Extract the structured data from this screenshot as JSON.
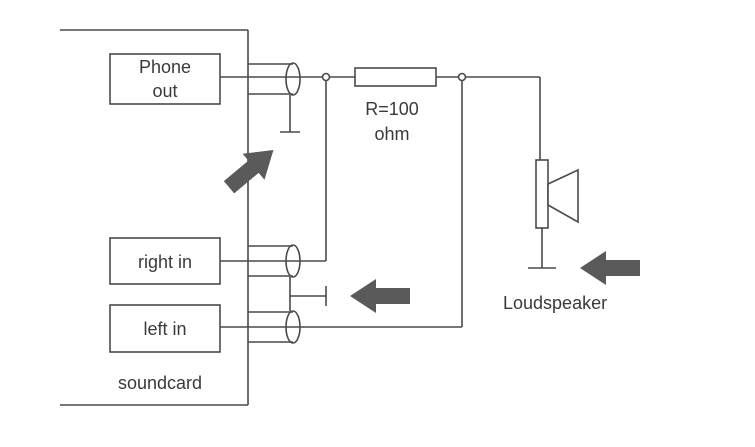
{
  "labels": {
    "phone_out_line1": "Phone",
    "phone_out_line2": "out",
    "resistor_line1": "R=100",
    "resistor_line2": "ohm",
    "right_in": "right in",
    "left_in": "left in",
    "soundcard": "soundcard",
    "loudspeaker": "Loudspeaker"
  },
  "colors": {
    "line": "#4a4a4a",
    "arrow": "#5a5a5a",
    "text": "#3a3a3a"
  }
}
